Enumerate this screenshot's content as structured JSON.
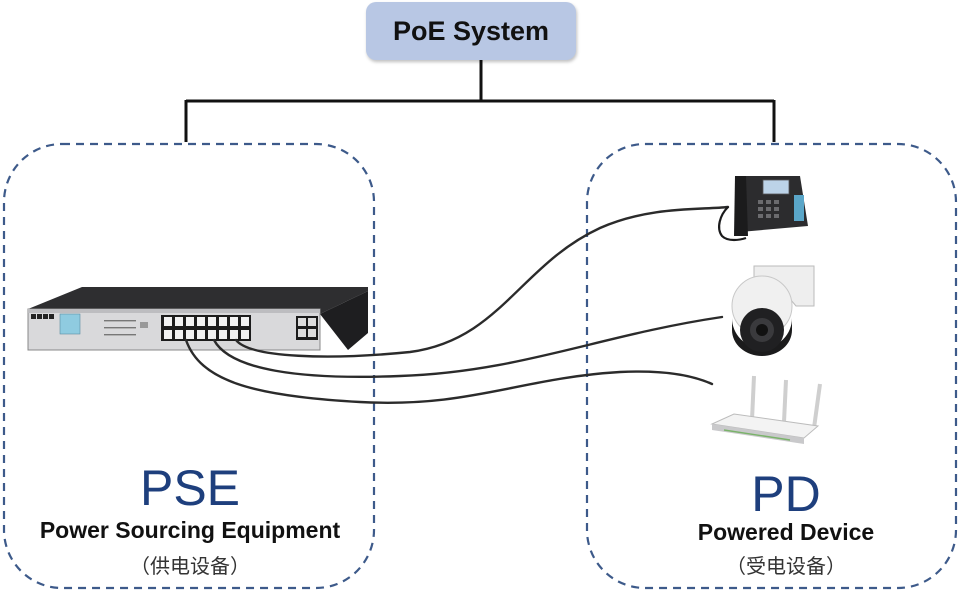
{
  "title": "PoE System",
  "pse": {
    "abbr": "PSE",
    "full": "Power Sourcing Equipment",
    "cn": "（供电设备）"
  },
  "pd": {
    "abbr": "PD",
    "full": "Powered Device",
    "cn": "（受电设备）"
  },
  "devices": [
    "ip-phone-icon",
    "ptz-camera-icon",
    "wifi-router-icon"
  ],
  "colors": {
    "title_box": "#b8c7e4",
    "dashed_border": "#3d5a8a",
    "label_blue": "#1e3f7d",
    "cable": "#2b2b2b"
  }
}
